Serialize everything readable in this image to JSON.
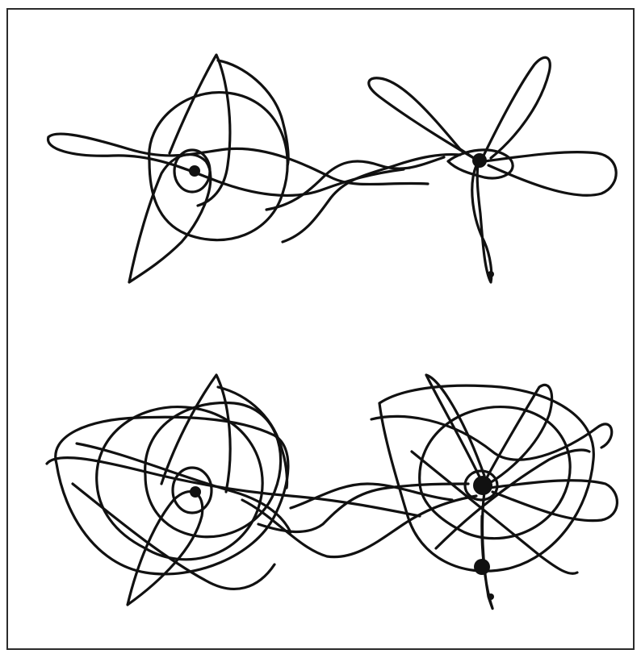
{
  "figure": {
    "background_color": "#ffffff",
    "stroke_color": "#111111",
    "frame_color": "#2b2b2b",
    "panels": [
      {
        "id": "top",
        "bodies": 3,
        "description_none": ""
      },
      {
        "id": "bottom",
        "bodies": 3,
        "description_none": ""
      }
    ]
  }
}
